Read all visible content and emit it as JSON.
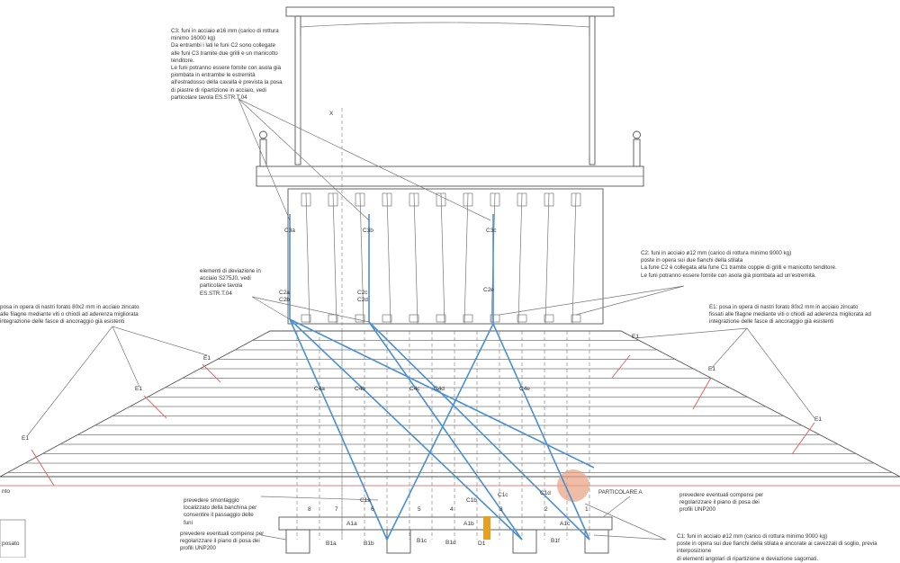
{
  "notes": {
    "c3": "C3: funi in acciaio ø16 mm (carico di rottura minimo 16000 kg)\nDa entrambi i lati le funi C2 sono collegate alle funi C3 tramite due grilli e un manicotto tenditore.\nLe funi potranno essere fornite con asola già piombata in entrambe le estremità\nall'estradosso della cavalla è prevista la posa di piastre di ripartizione in acciaio, vedi particolare tavola ES.STR.T.04",
    "c2": "C2: funi in acciaio ø12 mm (carico di rottura minimo 9000 kg)\nposte in opera sui due fianchi della stilata\nLa fune C2 è collegata alla fune C1 tramite coppie di grilli e manicotto tenditore.\nLe funi potranno essere fornite con asola già piombata ad un'estremità.",
    "deviation": "elementi di deviazione in acciaio S275J0, vedi particolare tavola ES.STR.T.04",
    "e1_right": "E1: posa in opera di nastri forato 80x2 mm in acciaio zincato fissati alle filagne mediante viti o chiodi ad aderenza migliorata ad integrazione delle fasce di ancoraggio già esistenti",
    "e1_left": "posa in opera di nastri forato 80x2 mm in acciaio zincato\nalle filagne mediante viti o chiodi ad aderenza migliorata\nintegrazione delle fasce di ancoraggio già esistenti",
    "ribasso": "prevedere smontaggio localizzato della banchina per consentire il passaggio delle funi",
    "compensi_left": "prevedere eventuali compensi per regolarizzare il piano di posa dei profili UNP200",
    "compensi_right": "prevedere eventuali compensi per regolarizzare il piano di posa dei profili UNP200",
    "particolare": "PARTICOLARE A",
    "c1": "C1: funi in acciaio ø12 mm (carico di rottura minimo 9000 kg)\nposte in opera sui due fianchi della stilata e ancorate ai cavezzali di soglio, previa interposizione\ndi elementi angolari di ripartizione e deviazione sagomati.",
    "ground": "nto",
    "posato": "posato",
    "axis": "X"
  },
  "labels": {
    "c3": [
      "C3a",
      "C3b",
      "C3c"
    ],
    "c2": [
      "C2a",
      "C2b",
      "C2c",
      "C2d",
      "C2e"
    ],
    "c4": [
      "C4a",
      "C4b",
      "C4c",
      "C4d",
      "C4e"
    ],
    "c1": [
      "C1a",
      "C1b",
      "C1c",
      "C1d"
    ],
    "e1": [
      "E1",
      "E1",
      "E1",
      "E1",
      "E1",
      "E1"
    ],
    "bays": [
      "8",
      "7",
      "6",
      "5",
      "4",
      "3",
      "2",
      "1"
    ],
    "a": [
      "A1a",
      "A1b",
      "A1c"
    ],
    "b": [
      "B1a",
      "B1b",
      "B1c",
      "B1d",
      "D1",
      "B1f"
    ]
  },
  "colors": {
    "cable": "#4a90d0",
    "anchor": "#d66666",
    "highlight": "#e8a080"
  }
}
